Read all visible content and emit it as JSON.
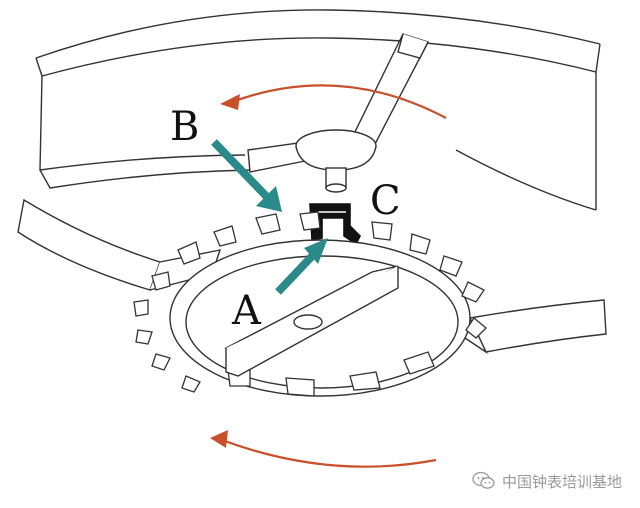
{
  "labels": {
    "a": "A",
    "b": "B",
    "c": "C"
  },
  "watermark": {
    "text": "中国钟表培训基地",
    "icon": "wechat-icon"
  },
  "colors": {
    "rotation_arrow": "#c8502a",
    "pointer_arrow": "#2a8a8a",
    "line": "#333333"
  }
}
